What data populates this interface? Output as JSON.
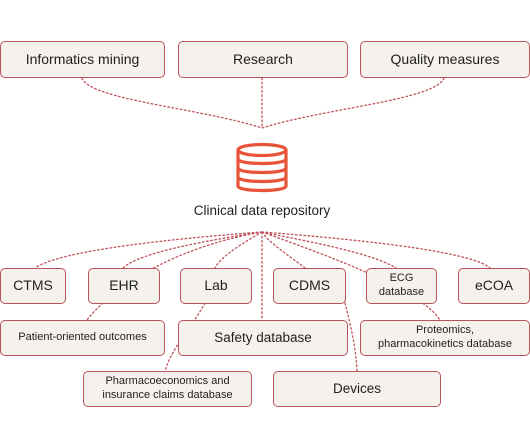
{
  "diagram": {
    "center": {
      "label": "Clinical data repository"
    },
    "top_nodes": [
      {
        "label": "Informatics mining"
      },
      {
        "label": "Research"
      },
      {
        "label": "Quality measures"
      }
    ],
    "bottom_nodes": [
      {
        "label": "CTMS"
      },
      {
        "label": "EHR"
      },
      {
        "label": "Lab"
      },
      {
        "label": "CDMS"
      },
      {
        "label": "ECG database"
      },
      {
        "label": "eCOA"
      },
      {
        "label": "Patient-oriented outcomes"
      },
      {
        "label": "Safety database"
      },
      {
        "label": "Proteomics, pharmacokinetics database"
      },
      {
        "label": "Pharmacoeconomics and insurance claims database"
      },
      {
        "label": "Devices"
      }
    ],
    "ecg_lines": [
      "ECG",
      "database"
    ],
    "proteomics_lines": [
      "Proteomics,",
      "pharmacokinetics database"
    ],
    "pharma_lines": [
      "Pharmacoeconomics and",
      "insurance claims database"
    ]
  },
  "colors": {
    "accent": "#e8543a",
    "border": "#b9545b",
    "connector": "#c0505a",
    "box_fill": "#f5f1ec"
  },
  "icons": {
    "center": "database-icon"
  }
}
